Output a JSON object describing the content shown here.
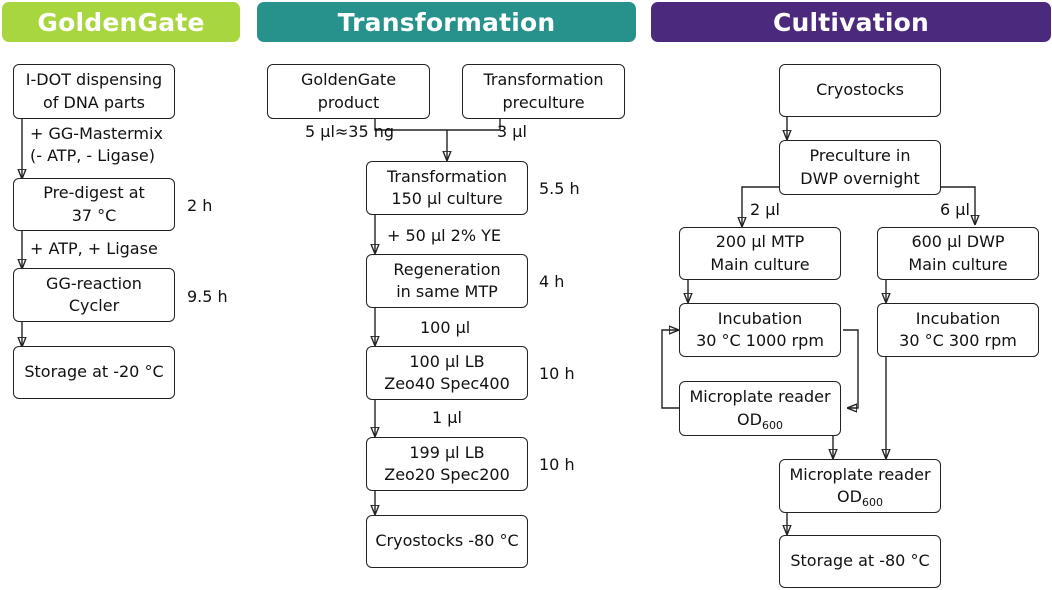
{
  "headers": {
    "golden_gate": "GoldenGate",
    "transformation": "Transformation",
    "cultivation": "Cultivation"
  },
  "colors": {
    "golden_gate": "#a8d63e",
    "transformation": "#27928b",
    "cultivation": "#4b2a7d"
  },
  "golden_gate": {
    "step1": {
      "line1": "I-DOT dispensing",
      "line2": "of DNA parts"
    },
    "add1": {
      "line1": "+ GG-Mastermix",
      "line2": "(- ATP, - Ligase)"
    },
    "step2": {
      "line1": "Pre-digest at",
      "line2": "37 °C"
    },
    "time2": "2 h",
    "add2": "+ ATP, + Ligase",
    "step3": {
      "line1": "GG-reaction",
      "line2": "Cycler"
    },
    "time3": "9.5 h",
    "step4": "Storage at -20 °C"
  },
  "transformation": {
    "input_a": {
      "line1": "GoldenGate",
      "line2": "product"
    },
    "input_b": {
      "line1": "Transformation",
      "line2": "preculture"
    },
    "vol_a": "5 µl≈35 ng",
    "vol_b": "3 µl",
    "step1": {
      "line1": "Transformation",
      "line2": "150 µl culture"
    },
    "time1": "5.5 h",
    "add1": "+ 50 µl 2% YE",
    "step2": {
      "line1": "Regeneration",
      "line2": "in same MTP"
    },
    "time2": "4 h",
    "vol2": "100 µl",
    "step3": {
      "line1": "100 µl LB",
      "line2": "Zeo40 Spec400"
    },
    "time3": "10 h",
    "vol3": "1 µl",
    "step4": {
      "line1": "199 µl LB",
      "line2": "Zeo20 Spec200"
    },
    "time4": "10 h",
    "step5": "Cryostocks -80 °C"
  },
  "cultivation": {
    "step1": "Cryostocks",
    "step2": {
      "line1": "Preculture in",
      "line2": "DWP overnight"
    },
    "vol_left": "2 µl",
    "vol_right": "6 µl",
    "mtp": {
      "line1": "200 µl MTP",
      "line2": "Main culture"
    },
    "dwp": {
      "line1": "600 µl DWP",
      "line2": "Main culture"
    },
    "incub_left": {
      "line1": "Incubation",
      "line2": "30 °C 1000 rpm"
    },
    "incub_right": {
      "line1": "Incubation",
      "line2": "30 °C 300 rpm"
    },
    "reader_left": {
      "line1": "Microplate reader",
      "od": "OD",
      "sub": "600"
    },
    "reader_final": {
      "line1": "Microplate reader",
      "od": "OD",
      "sub": "600"
    },
    "storage": "Storage at -80 °C"
  }
}
